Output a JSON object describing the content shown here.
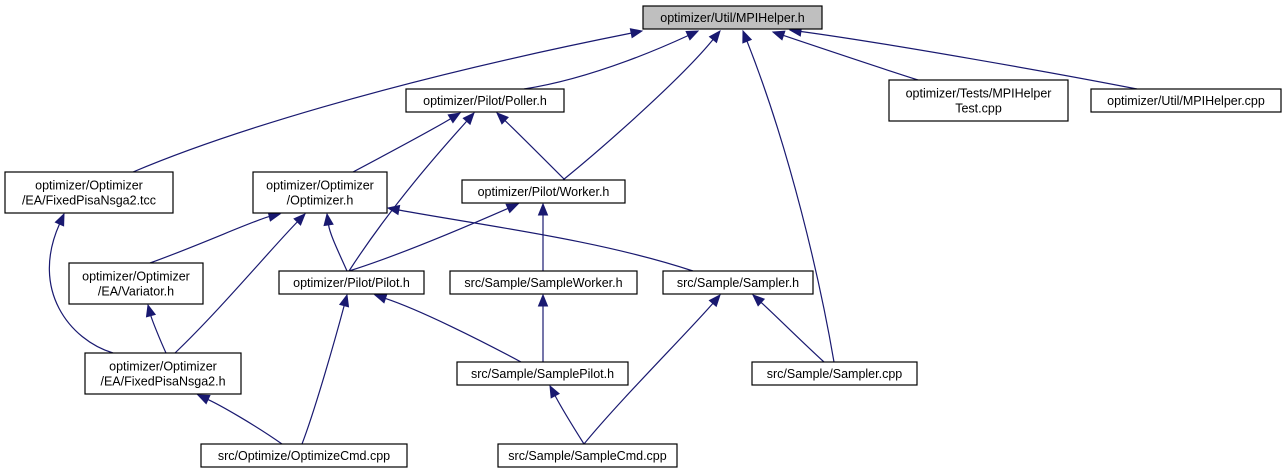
{
  "nodes": [
    {
      "id": "root",
      "lines": [
        "optimizer/Util/MPIHelper.h"
      ],
      "root": true
    },
    {
      "id": "poller",
      "lines": [
        "optimizer/Pilot/Poller.h"
      ]
    },
    {
      "id": "mpitest",
      "lines": [
        "optimizer/Tests/MPIHelper",
        "Test.cpp"
      ]
    },
    {
      "id": "mpicpp",
      "lines": [
        "optimizer/Util/MPIHelper.cpp"
      ]
    },
    {
      "id": "pisatcc",
      "lines": [
        "optimizer/Optimizer",
        "/EA/FixedPisaNsga2.tcc"
      ]
    },
    {
      "id": "optimizer",
      "lines": [
        "optimizer/Optimizer",
        "/Optimizer.h"
      ]
    },
    {
      "id": "worker",
      "lines": [
        "optimizer/Pilot/Worker.h"
      ]
    },
    {
      "id": "variator",
      "lines": [
        "optimizer/Optimizer",
        "/EA/Variator.h"
      ]
    },
    {
      "id": "pilot",
      "lines": [
        "optimizer/Pilot/Pilot.h"
      ]
    },
    {
      "id": "sampleworker",
      "lines": [
        "src/Sample/SampleWorker.h"
      ]
    },
    {
      "id": "sampler",
      "lines": [
        "src/Sample/Sampler.h"
      ]
    },
    {
      "id": "pisah",
      "lines": [
        "optimizer/Optimizer",
        "/EA/FixedPisaNsga2.h"
      ]
    },
    {
      "id": "samplepilot",
      "lines": [
        "src/Sample/SamplePilot.h"
      ]
    },
    {
      "id": "samplercpp",
      "lines": [
        "src/Sample/Sampler.cpp"
      ]
    },
    {
      "id": "optimizecmd",
      "lines": [
        "src/Optimize/OptimizeCmd.cpp"
      ]
    },
    {
      "id": "samplecmd",
      "lines": [
        "src/Sample/SampleCmd.cpp"
      ]
    }
  ],
  "edges": [
    {
      "from": "poller",
      "to": "root"
    },
    {
      "from": "mpitest",
      "to": "root"
    },
    {
      "from": "mpicpp",
      "to": "root"
    },
    {
      "from": "pisatcc",
      "to": "root"
    },
    {
      "from": "worker",
      "to": "root"
    },
    {
      "from": "samplercpp",
      "to": "root"
    },
    {
      "from": "optimizer",
      "to": "poller"
    },
    {
      "from": "pilot",
      "to": "poller"
    },
    {
      "from": "worker",
      "to": "poller"
    },
    {
      "from": "pisah",
      "to": "pisatcc"
    },
    {
      "from": "variator",
      "to": "optimizer"
    },
    {
      "from": "pilot",
      "to": "optimizer"
    },
    {
      "from": "pisah",
      "to": "optimizer"
    },
    {
      "from": "sampler",
      "to": "optimizer"
    },
    {
      "from": "pilot",
      "to": "worker"
    },
    {
      "from": "sampleworker",
      "to": "worker"
    },
    {
      "from": "pisah",
      "to": "variator"
    },
    {
      "from": "samplepilot",
      "to": "pilot"
    },
    {
      "from": "optimizecmd",
      "to": "pilot"
    },
    {
      "from": "samplepilot",
      "to": "sampleworker"
    },
    {
      "from": "samplercpp",
      "to": "sampler"
    },
    {
      "from": "samplecmd",
      "to": "sampler"
    },
    {
      "from": "optimizecmd",
      "to": "pisah"
    },
    {
      "from": "samplecmd",
      "to": "samplepilot"
    }
  ],
  "colors": {
    "edge": "#191970",
    "root_fill": "#bfbfbf",
    "node_fill": "#ffffff",
    "node_border": "#000000"
  }
}
